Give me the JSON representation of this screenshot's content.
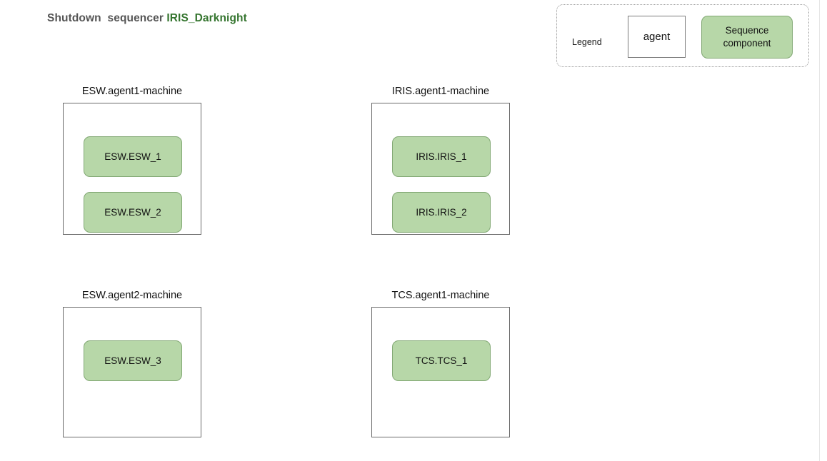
{
  "title": {
    "prefix": "Shutdown  sequencer ",
    "sequencer_name": "IRIS_Darknight",
    "prefix_color": "#555555",
    "sequencer_color": "#35752f"
  },
  "legend": {
    "label": "Legend",
    "agent_label": "agent",
    "component_label_line1": "Sequence",
    "component_label_line2": "component",
    "agent_fill": "#ffffff",
    "agent_border": "#7a7a7a",
    "component_fill": "#b7d7a8",
    "component_border": "#82a874",
    "box_border": "#9a9a9a"
  },
  "machines": [
    {
      "id": "esw-agent1",
      "label": "ESW.agent1-machine",
      "components": [
        {
          "label": "ESW.ESW_1"
        },
        {
          "label": "ESW.ESW_2"
        }
      ]
    },
    {
      "id": "iris-agent1",
      "label": "IRIS.agent1-machine",
      "components": [
        {
          "label": "IRIS.IRIS_1"
        },
        {
          "label": "IRIS.IRIS_2"
        }
      ]
    },
    {
      "id": "esw-agent2",
      "label": "ESW.agent2-machine",
      "components": [
        {
          "label": "ESW.ESW_3"
        }
      ]
    },
    {
      "id": "tcs-agent1",
      "label": "TCS.agent1-machine",
      "components": [
        {
          "label": "TCS.TCS_1"
        }
      ]
    }
  ]
}
